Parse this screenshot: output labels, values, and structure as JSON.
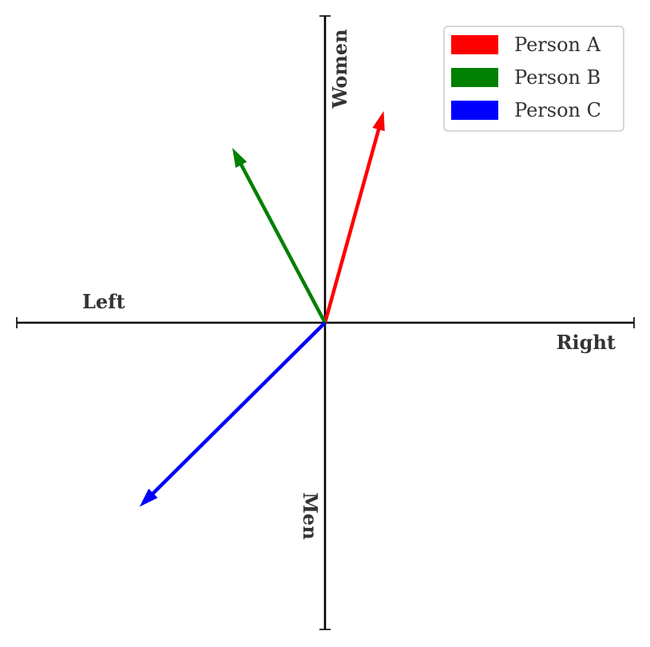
{
  "chart_data": {
    "type": "vector",
    "axes": {
      "x_negative_label": "Left",
      "x_positive_label": "Right",
      "y_positive_label": "Women",
      "y_negative_label": "Men",
      "xlim": [
        -1,
        1
      ],
      "ylim": [
        -1,
        1
      ]
    },
    "series": [
      {
        "name": "Person A",
        "color": "#ff0000",
        "x": 0.19,
        "y": 0.69
      },
      {
        "name": "Person B",
        "color": "#008000",
        "x": -0.3,
        "y": 0.57
      },
      {
        "name": "Person C",
        "color": "#0000ff",
        "x": -0.6,
        "y": -0.6
      }
    ],
    "legend": {
      "position": "top-right"
    }
  }
}
